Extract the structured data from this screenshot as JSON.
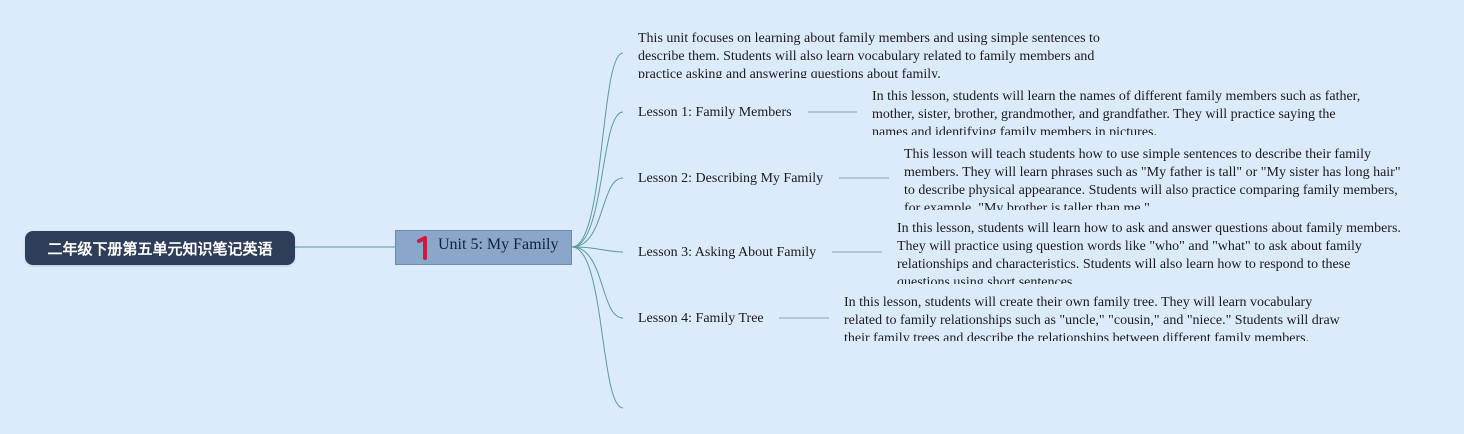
{
  "root": {
    "title": "二年级下册第五单元知识笔记英语"
  },
  "unit": {
    "number_icon": "number-one-marker",
    "title": "Unit 5: My Family"
  },
  "intro": {
    "text": "This unit focuses on learning about family members and using simple sentences to describe them. Students will also learn vocabulary related to family members and practice asking and answering questions about family."
  },
  "lessons": [
    {
      "title": "Lesson 1: Family Members",
      "description": "In this lesson, students will learn the names of different family members such as father, mother, sister, brother, grandmother, and grandfather. They will practice saying the names and identifying family members in pictures."
    },
    {
      "title": "Lesson 2: Describing My Family",
      "description": "This lesson will teach students how to use simple sentences to describe their family members. They will learn phrases such as \"My father is tall\" or \"My sister has long hair\" to describe physical appearance. Students will also practice comparing family members, for example, \"My brother is taller than me.\""
    },
    {
      "title": "Lesson 3: Asking About Family",
      "description": "In this lesson, students will learn how to ask and answer questions about family members. They will practice using question words like \"who\" and \"what\" to ask about family relationships and characteristics. Students will also learn how to respond to these questions using short sentences."
    },
    {
      "title": "Lesson 4: Family Tree",
      "description": "In this lesson, students will create their own family tree. They will learn vocabulary related to family relationships such as \"uncle,\" \"cousin,\" and \"niece.\" Students will draw their family trees and describe the relationships between different family members."
    }
  ],
  "colors": {
    "background": "#dcebfc",
    "root_fill": "#2e3e58",
    "unit_fill": "#8aa6c8",
    "marker": "#d6163b",
    "connector": "#5a9a9a"
  }
}
